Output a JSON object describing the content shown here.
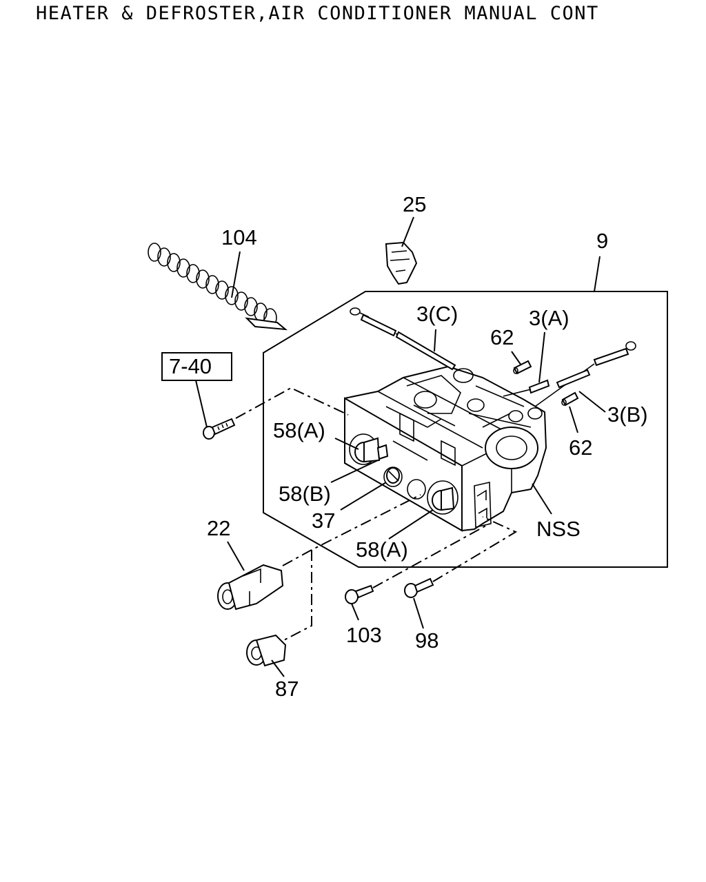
{
  "title": "HEATER & DEFROSTER,AIR CONDITIONER MANUAL CONT",
  "callouts": {
    "c25": "25",
    "c104": "104",
    "c9": "9",
    "c3C": "3(C)",
    "c3A": "3(A)",
    "c62a": "62",
    "c62b": "62",
    "c3B": "3(B)",
    "c740": "7-40",
    "c58A1": "58(A)",
    "c58B": "58(B)",
    "c37": "37",
    "c58A2": "58(A)",
    "cNSS": "NSS",
    "c22": "22",
    "c103": "103",
    "c98": "98",
    "c87": "87"
  }
}
